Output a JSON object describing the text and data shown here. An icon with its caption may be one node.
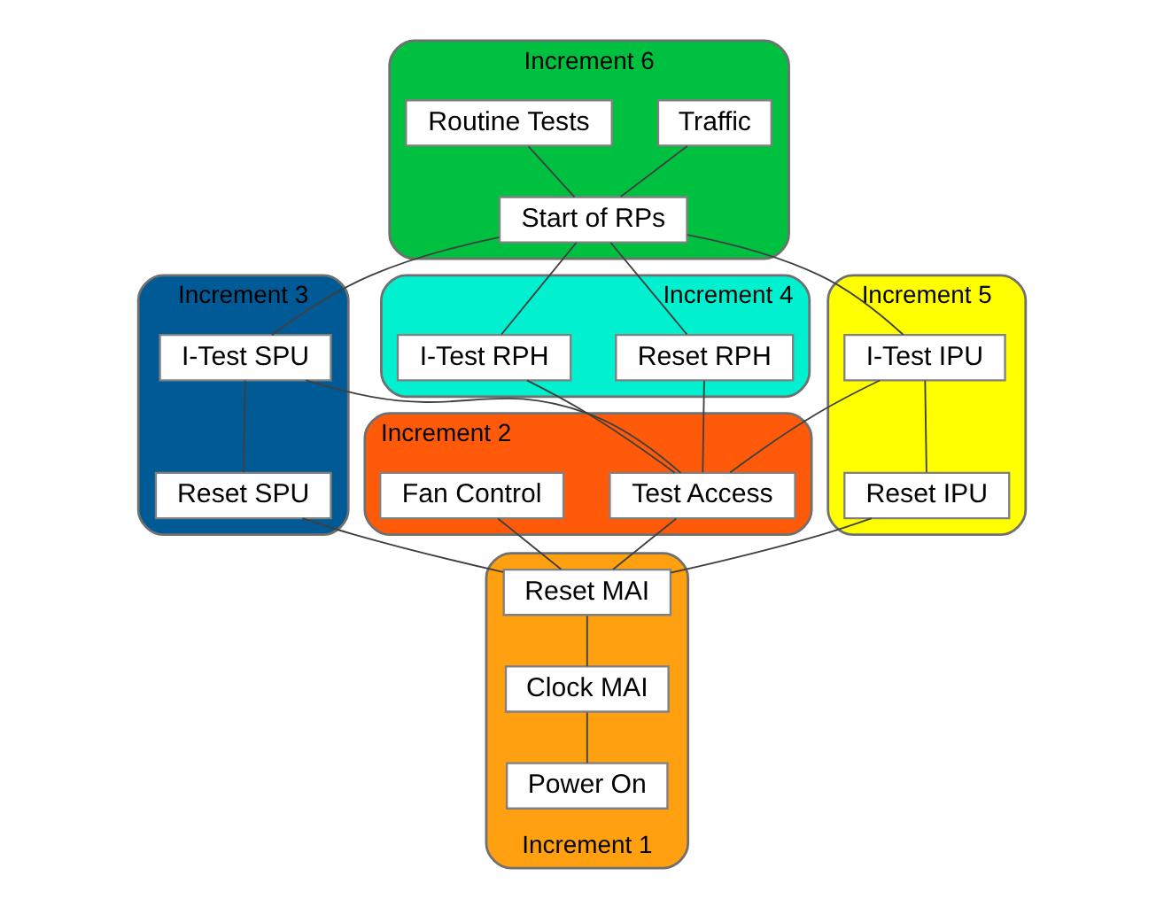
{
  "diagram": {
    "nodes": [
      {
        "text": [
          "Increment 6"
        ]
      },
      {
        "text": [
          "Traffic"
        ],
        "in": 0
      },
      {
        "text": [
          "Routine Tests"
        ],
        "in": 0
      },
      {
        "text": [
          "Start of RPs"
        ],
        "in": 0
      },
      {
        "text": [
          "Increment 3"
        ]
      },
      {
        "text": [
          "I-Test SPU"
        ],
        "in": 4
      },
      {
        "text": [
          "Reset SPU"
        ],
        "in": 4
      },
      {
        "text": [
          "Increment 4"
        ]
      },
      {
        "text": [
          "Reset RPH"
        ],
        "in": 7
      },
      {
        "text": [
          "I-Test RPH"
        ],
        "in": 7
      },
      {
        "text": [
          "Increment 5"
        ]
      },
      {
        "text": [
          "I-Test IPU"
        ],
        "in": 10
      },
      {
        "text": [
          "Reset IPU"
        ],
        "in": 10
      },
      {
        "text": [
          "Increment 2"
        ]
      },
      {
        "text": [
          "Test Access"
        ],
        "in": 13
      },
      {
        "text": [
          "Fan Control"
        ],
        "in": 13
      },
      {
        "text": [
          "Increment 1"
        ]
      },
      {
        "text": [
          "Reset MAI"
        ],
        "in": 16
      },
      {
        "text": [
          "Clock MAI"
        ],
        "in": 16
      },
      {
        "text": [
          "Power On"
        ],
        "in": 16
      }
    ],
    "edges": [
      {
        "from": 1,
        "to": 3,
        "arrow": "none"
      },
      {
        "from": 2,
        "to": 3,
        "arrow": "none"
      },
      {
        "from": 3,
        "to": 5,
        "arrow": "none"
      },
      {
        "from": 3,
        "to": 8,
        "arrow": "none"
      },
      {
        "from": 3,
        "to": 9,
        "arrow": "none"
      },
      {
        "from": 3,
        "to": 11,
        "arrow": "none"
      },
      {
        "from": 5,
        "to": 6,
        "arrow": "none"
      },
      {
        "from": 5,
        "to": 14,
        "arrow": "none"
      },
      {
        "from": 8,
        "to": 14,
        "arrow": "none"
      },
      {
        "from": 9,
        "to": 14,
        "arrow": "none"
      },
      {
        "from": 11,
        "to": 14,
        "arrow": "none"
      },
      {
        "from": 11,
        "to": 12,
        "arrow": "none"
      },
      {
        "from": 6,
        "to": 17,
        "arrow": "none"
      },
      {
        "from": 14,
        "to": 17,
        "arrow": "none"
      },
      {
        "from": 15,
        "to": 17,
        "arrow": "none"
      },
      {
        "from": 12,
        "to": 17,
        "arrow": "none"
      },
      {
        "from": 17,
        "to": 18,
        "arrow": "none"
      },
      {
        "from": 18,
        "to": 19,
        "arrow": "none"
      }
    ]
  }
}
